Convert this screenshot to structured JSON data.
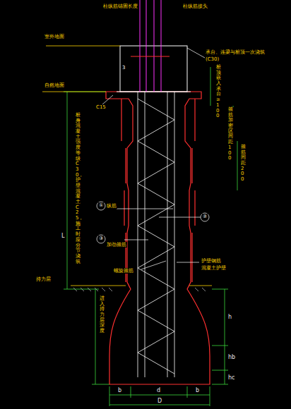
{
  "diagram": {
    "labels": [
      "柱纵筋锚固长度",
      "柱纵筋接头",
      "室外地面",
      "3",
      "承台、连梁与桩顶一次浇筑",
      "(C30)",
      "自然地面",
      "C15",
      "桩顶嵌入承台≥100",
      "箍筋加密区间距100",
      "箍筋间距200",
      "桩身混凝土强度等级C30，护壁混凝土C25，施工时应分节浇筑",
      "L",
      "持力层",
      "①",
      "纵筋",
      "③",
      "加劲箍筋",
      "②",
      "螺旋箍筋",
      "护壁钢筋",
      "混凝土护壁",
      "进入持力层深度",
      "h",
      "hb",
      "hc",
      "b",
      "d",
      "b",
      "D"
    ]
  }
}
